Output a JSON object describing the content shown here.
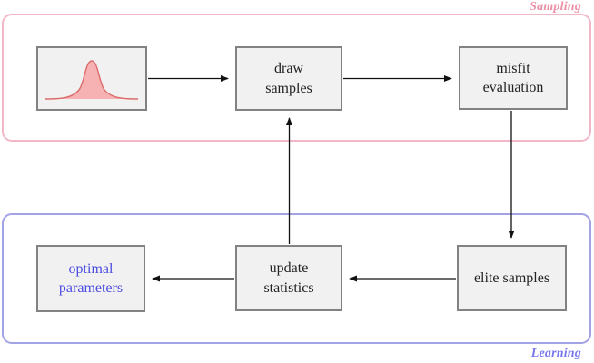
{
  "diagram": {
    "title_hint": "sampling-learning optimization loop",
    "groups": {
      "sampling": {
        "label": "Sampling"
      },
      "learning": {
        "label": "Learning"
      }
    },
    "boxes": {
      "distribution": {
        "label": "",
        "icon": "gaussian-distribution-icon"
      },
      "draw_samples": {
        "label": "draw\nsamples"
      },
      "misfit_evaluation": {
        "label": "misfit\nevaluation"
      },
      "optimal_parameters": {
        "label": "optimal\nparameters"
      },
      "update_statistics": {
        "label": "update\nstatistics"
      },
      "elite_samples": {
        "label": "elite samples"
      }
    },
    "arrows": [
      {
        "name": "distribution-to-draw-samples",
        "direction": "right"
      },
      {
        "name": "draw-samples-to-misfit-evaluation",
        "direction": "right"
      },
      {
        "name": "misfit-evaluation-to-elite-samples",
        "direction": "down"
      },
      {
        "name": "elite-samples-to-update-statistics",
        "direction": "left"
      },
      {
        "name": "update-statistics-to-optimal-parameters",
        "direction": "left"
      },
      {
        "name": "update-statistics-to-draw-samples",
        "direction": "up"
      }
    ],
    "colors": {
      "sampling_border": "#F2B7C6",
      "sampling_label": "#EC90A6",
      "learning_border": "#A2A2E6",
      "learning_label": "#7878EE",
      "box_fill": "#F1F1F1",
      "box_border": "#828282",
      "box_text": "#222222",
      "optimal_text": "#4B4BE0",
      "gauss_fill": "#F6B2B2",
      "gauss_stroke": "#DC6A6A",
      "arrow": "#111111"
    }
  }
}
